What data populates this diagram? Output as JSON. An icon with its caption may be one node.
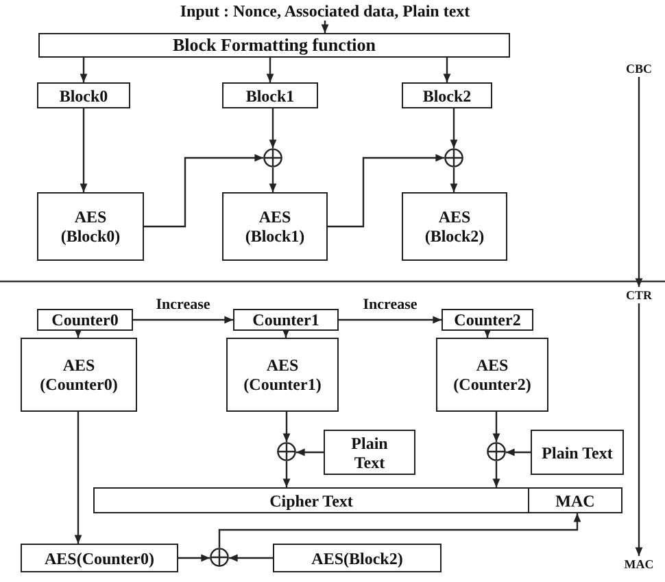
{
  "diagram": {
    "nodes": [
      {
        "text": [
          "Input : Nonce, Associated data, Plain text"
        ]
      },
      {
        "text": [
          "Block Formatting function"
        ]
      },
      {
        "text": [
          "Block0"
        ]
      },
      {
        "text": [
          "Block1"
        ]
      },
      {
        "text": [
          "Block2"
        ]
      },
      {
        "text": [],
        "shape": "circle"
      },
      {
        "text": [],
        "shape": "circle"
      },
      {
        "text": [
          "AES (Block0)"
        ]
      },
      {
        "text": [
          "AES (Block1)"
        ]
      },
      {
        "text": [
          "AES (Block2)"
        ]
      },
      {
        "text": [
          "CBC"
        ]
      },
      {
        "text": [
          "Counter0"
        ]
      },
      {
        "text": [
          "Counter1"
        ]
      },
      {
        "text": [
          "Counter2"
        ]
      },
      {
        "text": [
          "CTR"
        ]
      },
      {
        "text": [
          "AES (Counter0)"
        ]
      },
      {
        "text": [
          "AES (Counter1)"
        ]
      },
      {
        "text": [
          "AES (Counter2)"
        ]
      },
      {
        "text": [],
        "shape": "circle"
      },
      {
        "text": [
          "Plain Text"
        ]
      },
      {
        "text": [],
        "shape": "circle"
      },
      {
        "text": [
          "Plain Text"
        ]
      },
      {
        "text": [
          "Cipher Text"
        ]
      },
      {
        "text": [
          "MAC"
        ]
      },
      {
        "text": [
          "AES(Counter0)"
        ]
      },
      {
        "text": [],
        "shape": "circle"
      },
      {
        "text": [
          "AES(Block2)"
        ]
      },
      {
        "text": [
          "MAC"
        ]
      }
    ],
    "edges": [
      {
        "from": 0,
        "to": 1,
        "arrow": "to"
      },
      {
        "from": 1,
        "to": 2,
        "arrow": "to"
      },
      {
        "from": 1,
        "to": 3,
        "arrow": "to"
      },
      {
        "from": 1,
        "to": 4,
        "arrow": "to"
      },
      {
        "from": 2,
        "to": 7,
        "arrow": "to"
      },
      {
        "from": 3,
        "to": 5,
        "arrow": "to"
      },
      {
        "from": 5,
        "to": 8,
        "arrow": "to"
      },
      {
        "from": 7,
        "to": 5,
        "arrow": "to"
      },
      {
        "from": 4,
        "to": 6,
        "arrow": "to"
      },
      {
        "from": 6,
        "to": 9,
        "arrow": "to"
      },
      {
        "from": 8,
        "to": 6,
        "arrow": "to"
      },
      {
        "from": 10,
        "to": 14,
        "arrow": "to"
      },
      {
        "from": 11,
        "to": 12,
        "arrow": "to",
        "label": "Increase"
      },
      {
        "from": 12,
        "to": 13,
        "arrow": "to",
        "label": "Increase"
      },
      {
        "from": 11,
        "to": 15,
        "arrow": "to"
      },
      {
        "from": 12,
        "to": 16,
        "arrow": "to"
      },
      {
        "from": 13,
        "to": 17,
        "arrow": "to"
      },
      {
        "from": 16,
        "to": 18,
        "arrow": "to"
      },
      {
        "from": 19,
        "to": 18,
        "arrow": "to"
      },
      {
        "from": 18,
        "to": 22,
        "arrow": "to"
      },
      {
        "from": 17,
        "to": 20,
        "arrow": "to"
      },
      {
        "from": 21,
        "to": 20,
        "arrow": "to"
      },
      {
        "from": 20,
        "to": 22,
        "arrow": "to"
      },
      {
        "from": 15,
        "to": 24,
        "arrow": "to"
      },
      {
        "from": 24,
        "to": 25,
        "arrow": "to"
      },
      {
        "from": 26,
        "to": 25,
        "arrow": "to"
      },
      {
        "from": 25,
        "to": 23,
        "arrow": "to"
      },
      {
        "from": 14,
        "to": 27,
        "arrow": "to"
      }
    ]
  }
}
